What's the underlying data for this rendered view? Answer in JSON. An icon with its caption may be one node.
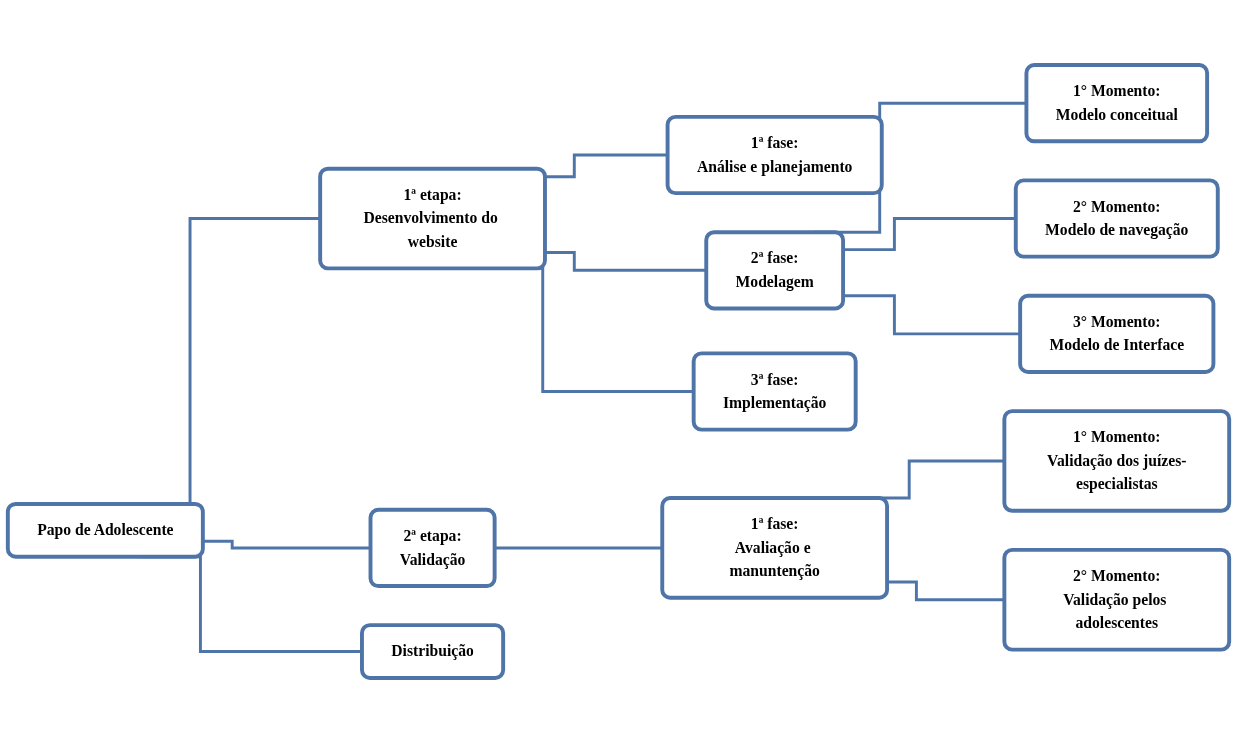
{
  "diagram": {
    "nodes": [
      {
        "text": [
          "Papo de Adolescente"
        ]
      },
      {
        "text": [
          "1ª etapa:",
          "Desenvolvimento do website"
        ]
      },
      {
        "text": [
          "1ª fase:",
          "Análise e planejamento"
        ]
      },
      {
        "text": [
          "2ª fase:",
          "Modelagem"
        ]
      },
      {
        "text": [
          "3ª fase:",
          "Implementação"
        ]
      },
      {
        "text": [
          "1° Momento:",
          "Modelo conceitual"
        ]
      },
      {
        "text": [
          "2° Momento:",
          "Modelo de navegação"
        ]
      },
      {
        "text": [
          "3° Momento:",
          "Modelo de Interface"
        ]
      },
      {
        "text": [
          "2ª etapa:",
          "Validação"
        ]
      },
      {
        "text": [
          "Distribuição"
        ]
      },
      {
        "text": [
          "1ª fase:",
          "Avaliação e manuntenção"
        ]
      },
      {
        "text": [
          "1° Momento:",
          "Validação dos juízes-especialistas"
        ]
      },
      {
        "text": [
          "2° Momento:",
          "Validação pelos adolescentes"
        ]
      }
    ],
    "edges": [
      {
        "from": 0,
        "to": 1,
        "arrow": "none"
      },
      {
        "from": 0,
        "to": 8,
        "arrow": "none"
      },
      {
        "from": 0,
        "to": 9,
        "arrow": "none"
      },
      {
        "from": 1,
        "to": 2,
        "arrow": "none"
      },
      {
        "from": 1,
        "to": 3,
        "arrow": "none"
      },
      {
        "from": 1,
        "to": 4,
        "arrow": "none"
      },
      {
        "from": 3,
        "to": 5,
        "arrow": "none"
      },
      {
        "from": 3,
        "to": 6,
        "arrow": "none"
      },
      {
        "from": 3,
        "to": 7,
        "arrow": "none"
      },
      {
        "from": 8,
        "to": 10,
        "arrow": "none"
      },
      {
        "from": 10,
        "to": 11,
        "arrow": "none"
      },
      {
        "from": 10,
        "to": 12,
        "arrow": "none"
      }
    ]
  }
}
